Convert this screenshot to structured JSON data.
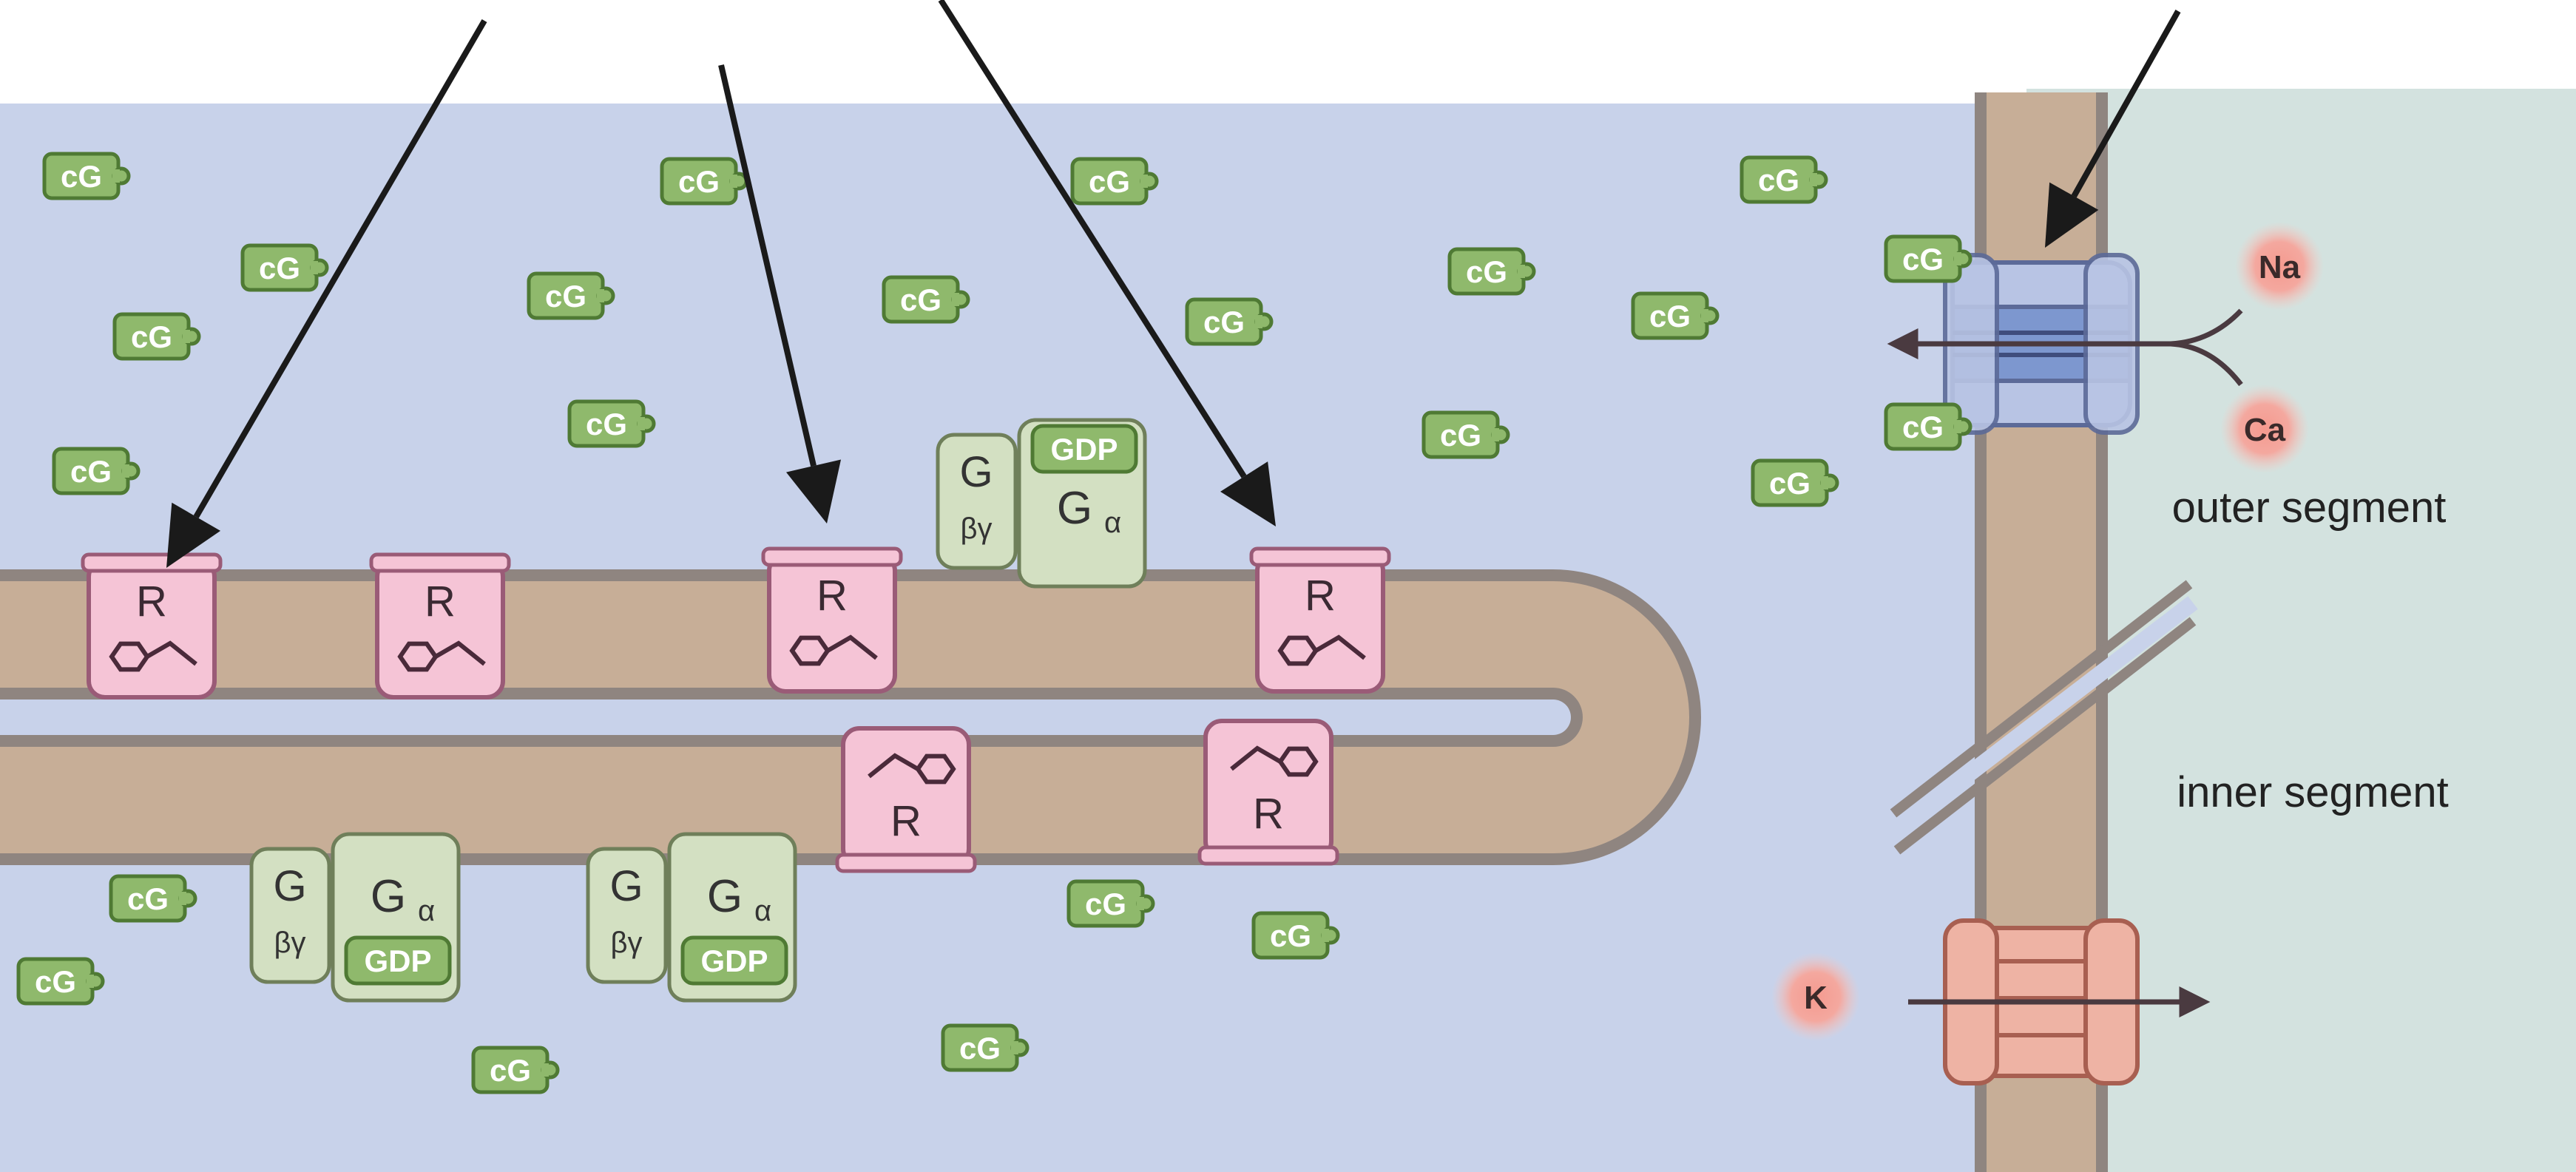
{
  "colors": {
    "cytoplasm": "#c8d2ea",
    "extracellular": "#d3e2df",
    "membrane": "#c7ae97",
    "membrane_edge": "#8f8580",
    "cgmp_fill": "#8fb96c",
    "cgmp_edge": "#4f7a34",
    "receptor_fill": "#f5c4d6",
    "receptor_edge": "#9a5b77",
    "gprotein_fill": "#d3e0c2",
    "gprotein_edge": "#6f7f5a",
    "na_channel": "#7d97cf",
    "k_channel": "#e7a18f",
    "ion_glow": "#f29f96",
    "arrow": "#1a1a1a"
  },
  "labels": {
    "cgmp": "cG",
    "receptor": "R",
    "g_beta_gamma_G": "G",
    "g_beta_gamma_sub": "βγ",
    "g_alpha_G": "G",
    "g_alpha_sub": "α",
    "gdp": "GDP",
    "na": "Na",
    "ca": "Ca",
    "k": "K",
    "outer_segment": "outer segment",
    "inner_segment": "inner segment"
  },
  "icons": {
    "pointer_arrow": "long-pointer-arrow-icon",
    "retinal": "retinal-chromophore-icon",
    "ion_flow": "ion-flow-arrow-icon",
    "segment_break": "segment-break-icon"
  }
}
